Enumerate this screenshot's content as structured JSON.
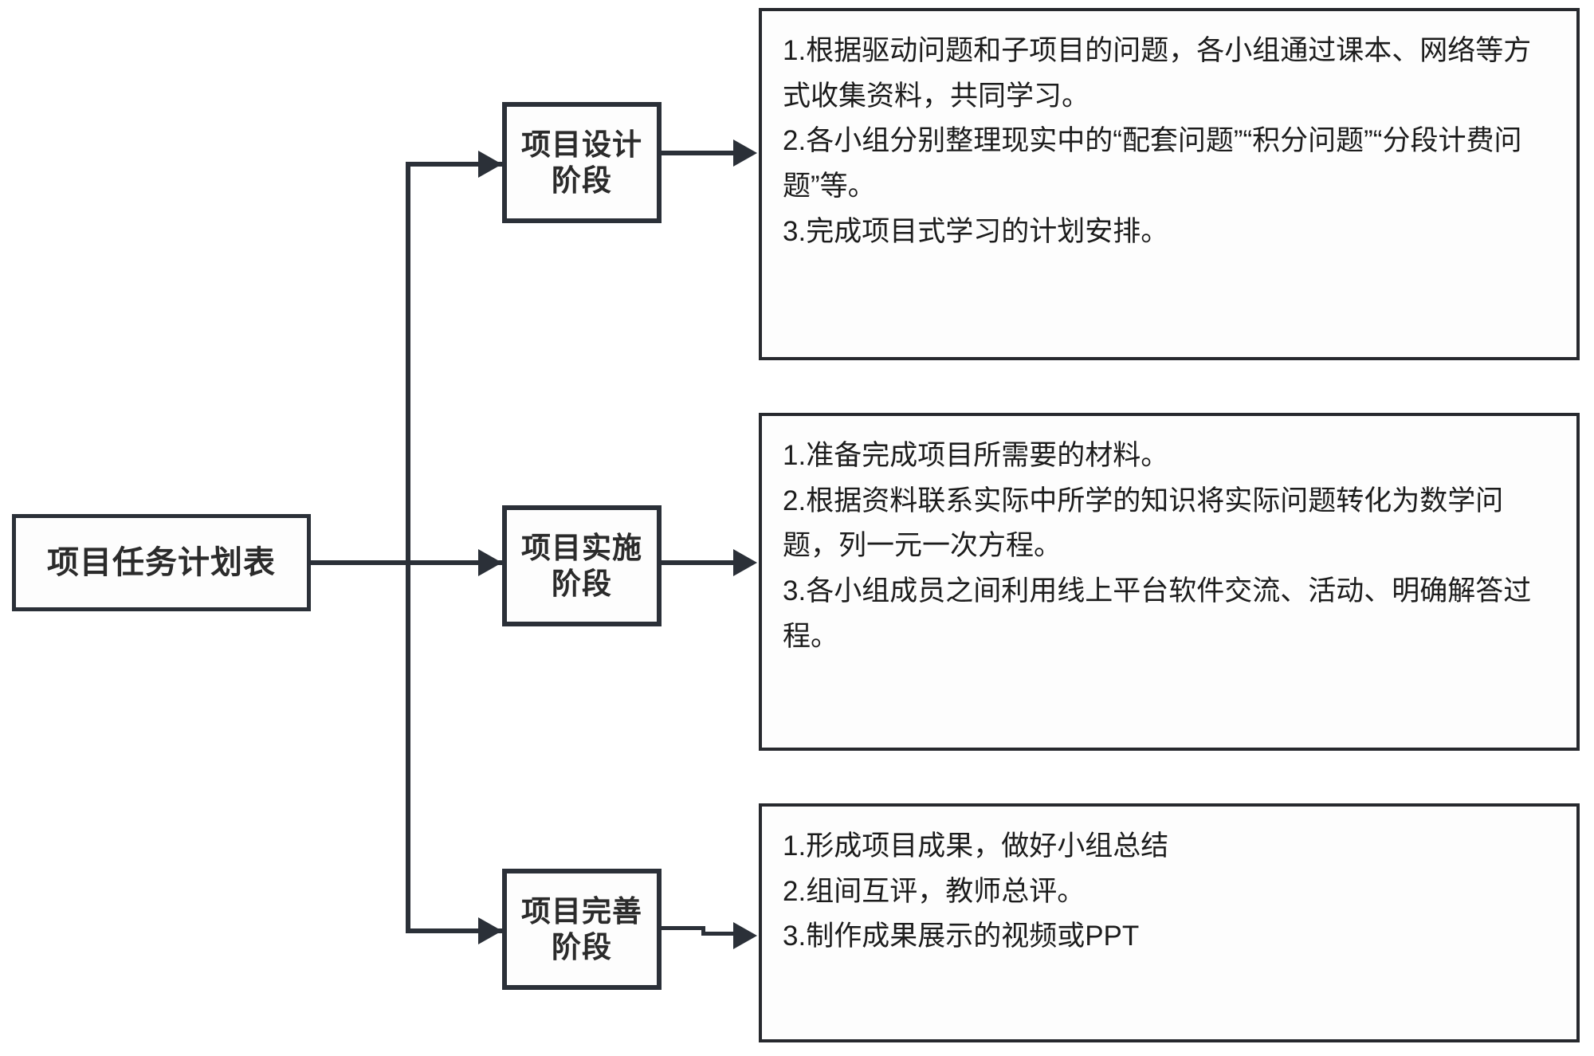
{
  "diagram": {
    "title": "项目任务计划表",
    "root": {
      "label": "项目任务计划表"
    },
    "stages": [
      {
        "id": "design",
        "label_line1": "项目设计",
        "label_line2": "阶段",
        "details": [
          "1.根据驱动问题和子项目的问题，各小组通过课本、网络等方式收集资料，共同学习。",
          "2.各小组分别整理现实中的“配套问题”“积分问题”“分段计费问题”等。",
          "3.完成项目式学习的计划安排。"
        ]
      },
      {
        "id": "implement",
        "label_line1": "项目实施",
        "label_line2": "阶段",
        "details": [
          "1.准备完成项目所需要的材料。",
          "2.根据资料联系实际中所学的知识将实际问题转化为数学问题，列一元一次方程。",
          "3.各小组成员之间利用线上平台软件交流、活动、明确解答过程。"
        ]
      },
      {
        "id": "refine",
        "label_line1": "项目完善",
        "label_line2": "阶段",
        "details": [
          "1.形成项目成果，做好小组总结",
          "2.组间互评，教师总评。",
          "3.制作成果展示的视频或PPT"
        ]
      }
    ],
    "colors": {
      "stroke": "#2b3038",
      "text": "#1c1c1c",
      "background": "#ffffff"
    }
  }
}
